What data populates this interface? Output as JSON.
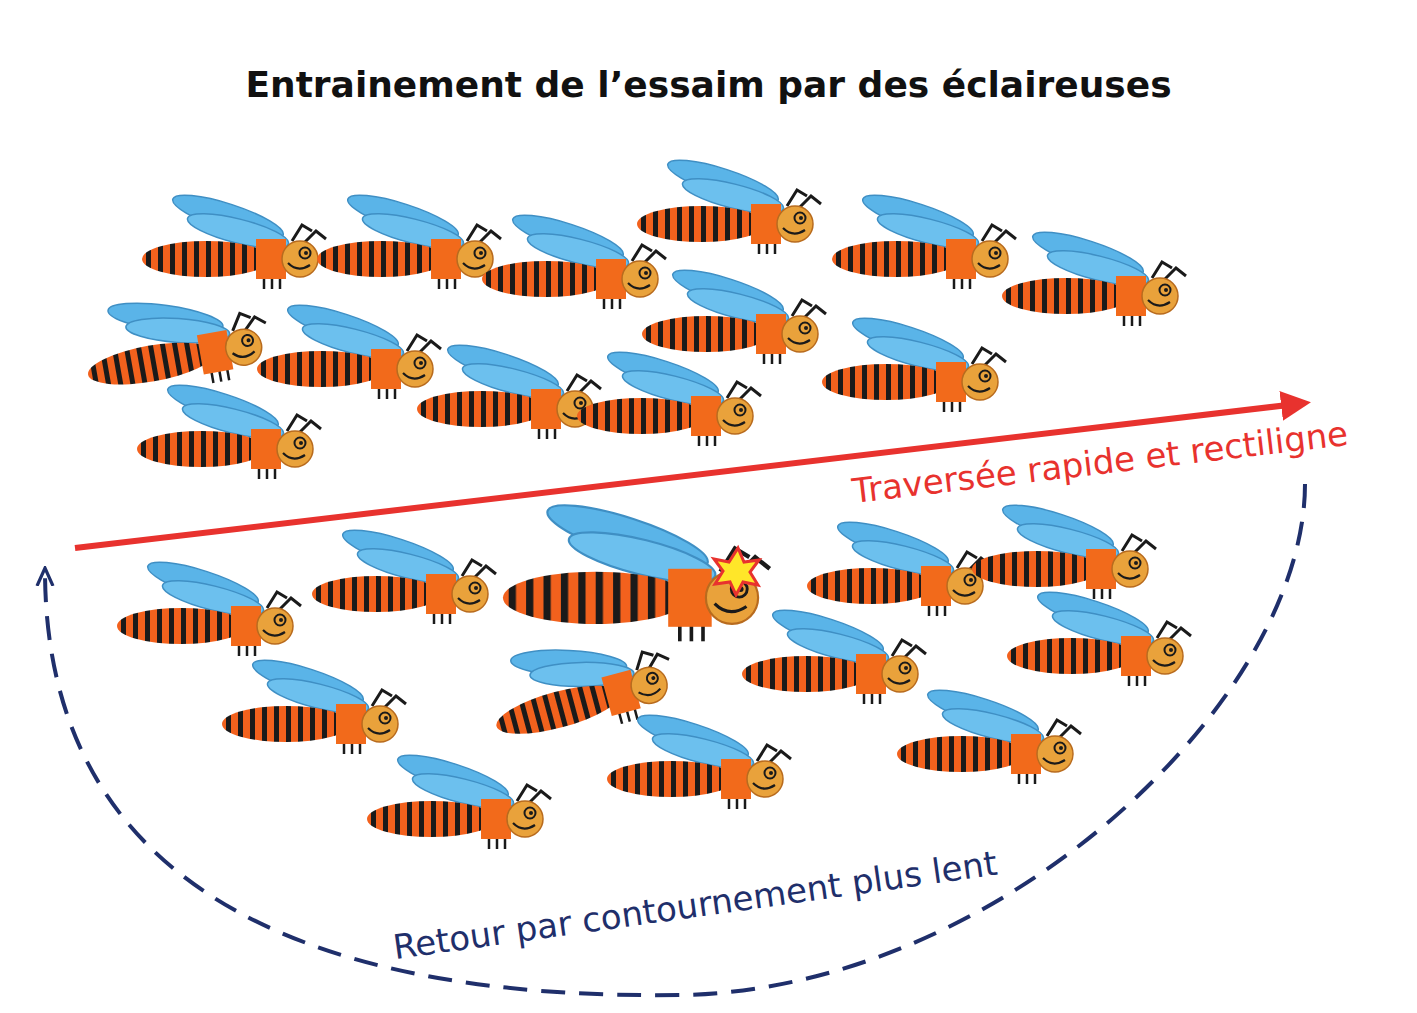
{
  "diagram": {
    "title": "Entrainement de l’essaim par des éclaireuses",
    "labels": [
      "Traversée rapide et rectiligne",
      "Retour par contournement plus lent"
    ]
  }
}
